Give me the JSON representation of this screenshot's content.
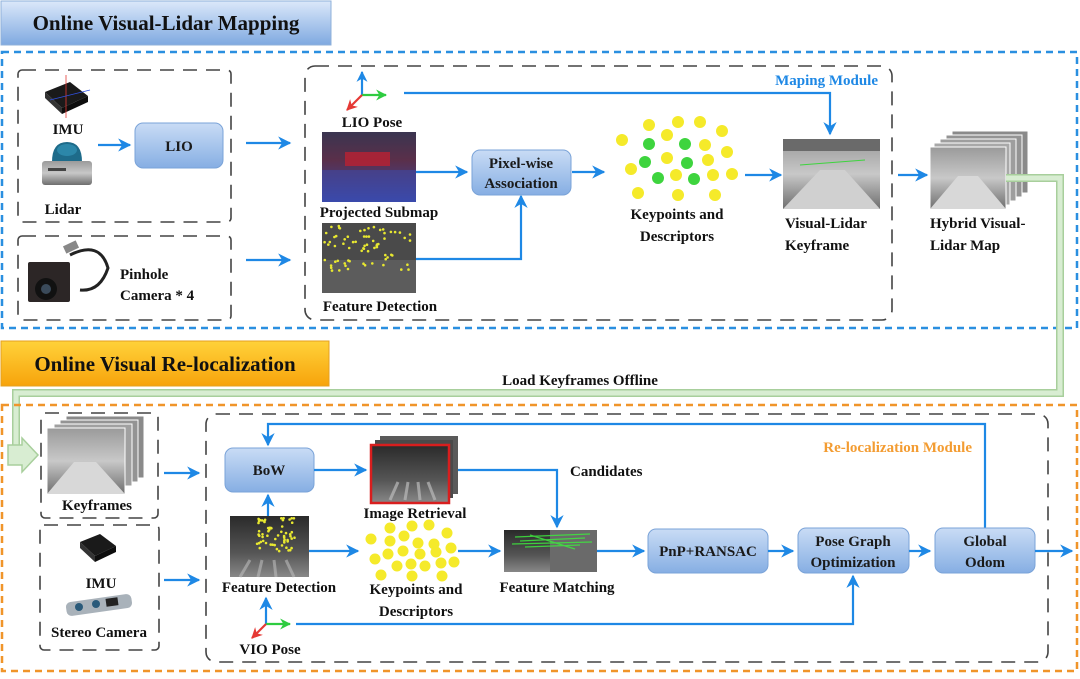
{
  "sections": {
    "mapping": {
      "title": "Online Visual-Lidar Mapping",
      "module_label": "Maping Module",
      "sensors": {
        "imu": "IMU",
        "lidar": "Lidar",
        "camera_line1": "Pinhole",
        "camera_line2": "Camera * 4"
      },
      "lio_box": "LIO",
      "lio_pose": "LIO Pose",
      "projected_submap": "Projected Submap",
      "feature_detection": "Feature Detection",
      "pixel_assoc_line1": "Pixel-wise",
      "pixel_assoc_line2": "Association",
      "keypoints_line1": "Keypoints and",
      "keypoints_line2": "Descriptors",
      "keyframe_line1": "Visual-Lidar",
      "keyframe_line2": "Keyframe",
      "hybrid_line1": "Hybrid Visual-",
      "hybrid_line2": "Lidar Map"
    },
    "reloc": {
      "title": "Online Visual Re-localization",
      "module_label": "Re-localization Module",
      "load_offline": "Load Keyframes Offline",
      "keyframes": "Keyframes",
      "imu": "IMU",
      "stereo_camera": "Stereo Camera",
      "bow_box": "BoW",
      "image_retrieval": "Image Retrieval",
      "candidates": "Candidates",
      "feature_detection": "Feature Detection",
      "keypoints_line1": "Keypoints and",
      "keypoints_line2": "Descriptors",
      "feature_matching": "Feature Matching",
      "pnp_box": "PnP+RANSAC",
      "pgo_line1": "Pose Graph",
      "pgo_line2": "Optimization",
      "global_line1": "Global",
      "global_line2": "Odom",
      "vio_pose": "VIO Pose"
    }
  },
  "colors": {
    "flow_arrow": "#1e88e5",
    "mapping_border": "#2a8fe0",
    "reloc_border": "#f0952a",
    "process_box": "#a9c8ef",
    "offline_path": "#c8e2c0",
    "keypoint_yellow": "#f5ea2a",
    "keypoint_green": "#3ed43e"
  }
}
